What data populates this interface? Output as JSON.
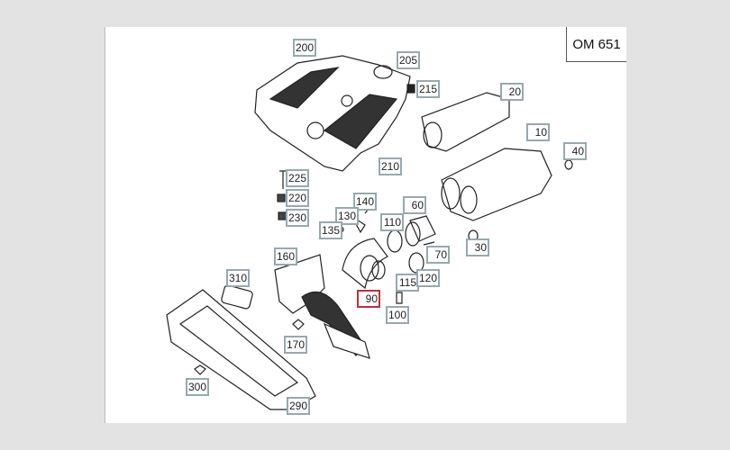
{
  "model": "OM 651",
  "selected_part": "90",
  "colors": {
    "label_border": "#97a9ad",
    "selected_border": "#c0303a"
  },
  "labels": [
    "200",
    "205",
    "215",
    "20",
    "10",
    "40",
    "210",
    "225",
    "220",
    "230",
    "140",
    "130",
    "110",
    "60",
    "135",
    "30",
    "70",
    "160",
    "310",
    "115",
    "120",
    "90",
    "100",
    "170",
    "300",
    "290"
  ]
}
